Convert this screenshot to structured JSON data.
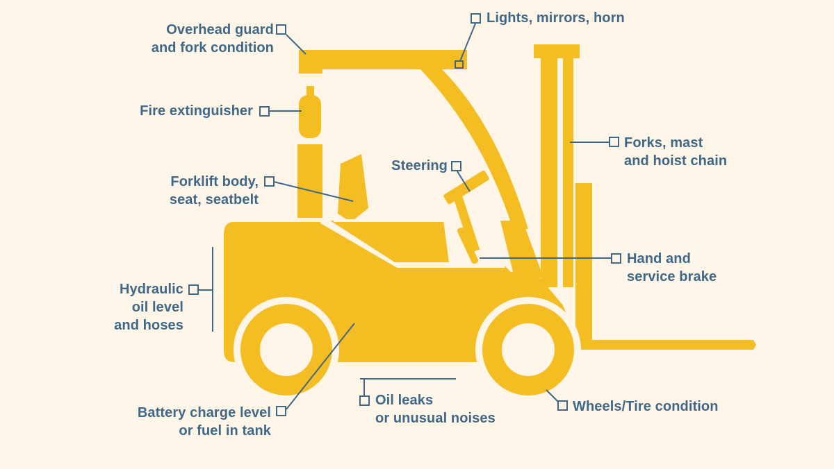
{
  "colors": {
    "background": "#fdf5e8",
    "forklift": "#f4bd22",
    "callout": "#3f6787"
  },
  "callouts": {
    "overhead_guard": [
      "Overhead guard",
      "and fork condition"
    ],
    "lights": [
      "Lights, mirrors, horn"
    ],
    "fire_extinguisher": [
      "Fire extinguisher"
    ],
    "forks_mast": [
      "Forks, mast",
      "and hoist chain"
    ],
    "steering": [
      "Steering"
    ],
    "body_seat": [
      "Forklift body,",
      "seat, seatbelt"
    ],
    "brake": [
      "Hand and",
      "service brake"
    ],
    "hydraulic": [
      "Hydraulic",
      "oil level",
      "and hoses"
    ],
    "battery": [
      "Battery charge level",
      "or fuel in tank"
    ],
    "oil_leaks": [
      "Oil leaks",
      "or unusual noises"
    ],
    "wheels": [
      "Wheels/Tire condition"
    ]
  }
}
